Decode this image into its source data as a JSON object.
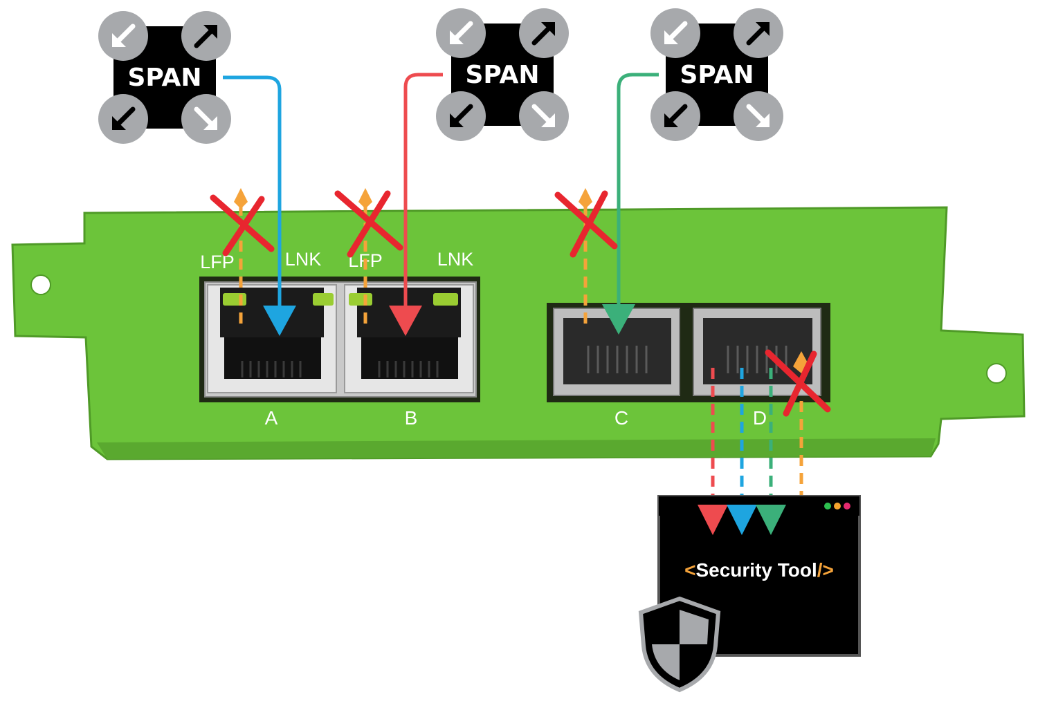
{
  "span_switches": [
    {
      "label": "SPAN",
      "link_color": "#1ea5e0"
    },
    {
      "label": "SPAN",
      "link_color": "#ee4b4f"
    },
    {
      "label": "SPAN",
      "link_color": "#3bb07a"
    }
  ],
  "device": {
    "body_color": "#6cc43a",
    "led_labels": [
      "LFP",
      "LNK",
      "LFP",
      "LNK"
    ],
    "ports": [
      "A",
      "B",
      "C",
      "D"
    ]
  },
  "tool": {
    "open_bracket": "<",
    "name": "Security Tool",
    "close_bracket": "/>",
    "window_dot_colors": [
      "#2dbf4f",
      "#f4a22d",
      "#e52a6f"
    ]
  },
  "colors": {
    "lfp_dash": "#f5a33a",
    "cross": "#e8262f",
    "span_tile": "#000000",
    "span_corner": "#a7a9ac"
  }
}
